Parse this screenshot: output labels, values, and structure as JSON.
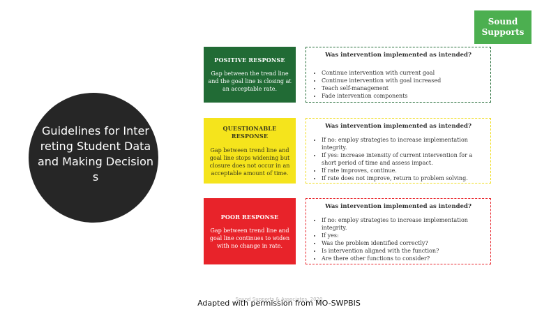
{
  "logo": {
    "line1": "Sound",
    "line2": "Supports",
    "bg": "#4caf50"
  },
  "circle": {
    "line1": "Guidelines for Inter",
    "line2": "reting Student Data",
    "line3": "and Making Decision",
    "line4": "s"
  },
  "rows": [
    {
      "title": "POSITIVE RESPONSE",
      "desc": "Gap between the trend line and the goal line is closing at an acceptable rate.",
      "color": "#216b35",
      "question": "Was intervention implemented as intended?",
      "items": [
        "Continue intervention with current goal",
        "Continue intervention with goal increased",
        "Teach self-management",
        "Fade intervention components"
      ]
    },
    {
      "title": "QUESTIONABLE RESPONSE",
      "desc": "Gap between trend line and goal line stops widening but closure does not occur in an acceptable amount of time.",
      "color": "#f5e41c",
      "question": "Was intervention implemented as intended?",
      "items": [
        "If no: employ strategies to increase implementation integrity.",
        "If yes: increase intensity of current intervention for a short period of time and assess impact.",
        "If rate improves, continue.",
        "If rate does not improve, return to problem solving."
      ]
    },
    {
      "title": "POOR RESPONSE",
      "desc": "Gap between trend line and goal line continues to widen with no change in rate.",
      "color": "#e8232a",
      "question": "Was intervention implemented as intended?",
      "items": [
        "If no: employ strategies to increase implementation integrity.",
        "If yes:",
        "Was the problem identified correctly?",
        "Is intervention aligned with the function?",
        "Are there other functions to consider?"
      ]
    }
  ],
  "footer": {
    "faint": "Sound Supports & Associates, 2020",
    "main": "Adapted with permission from MO-SWPBIS"
  }
}
